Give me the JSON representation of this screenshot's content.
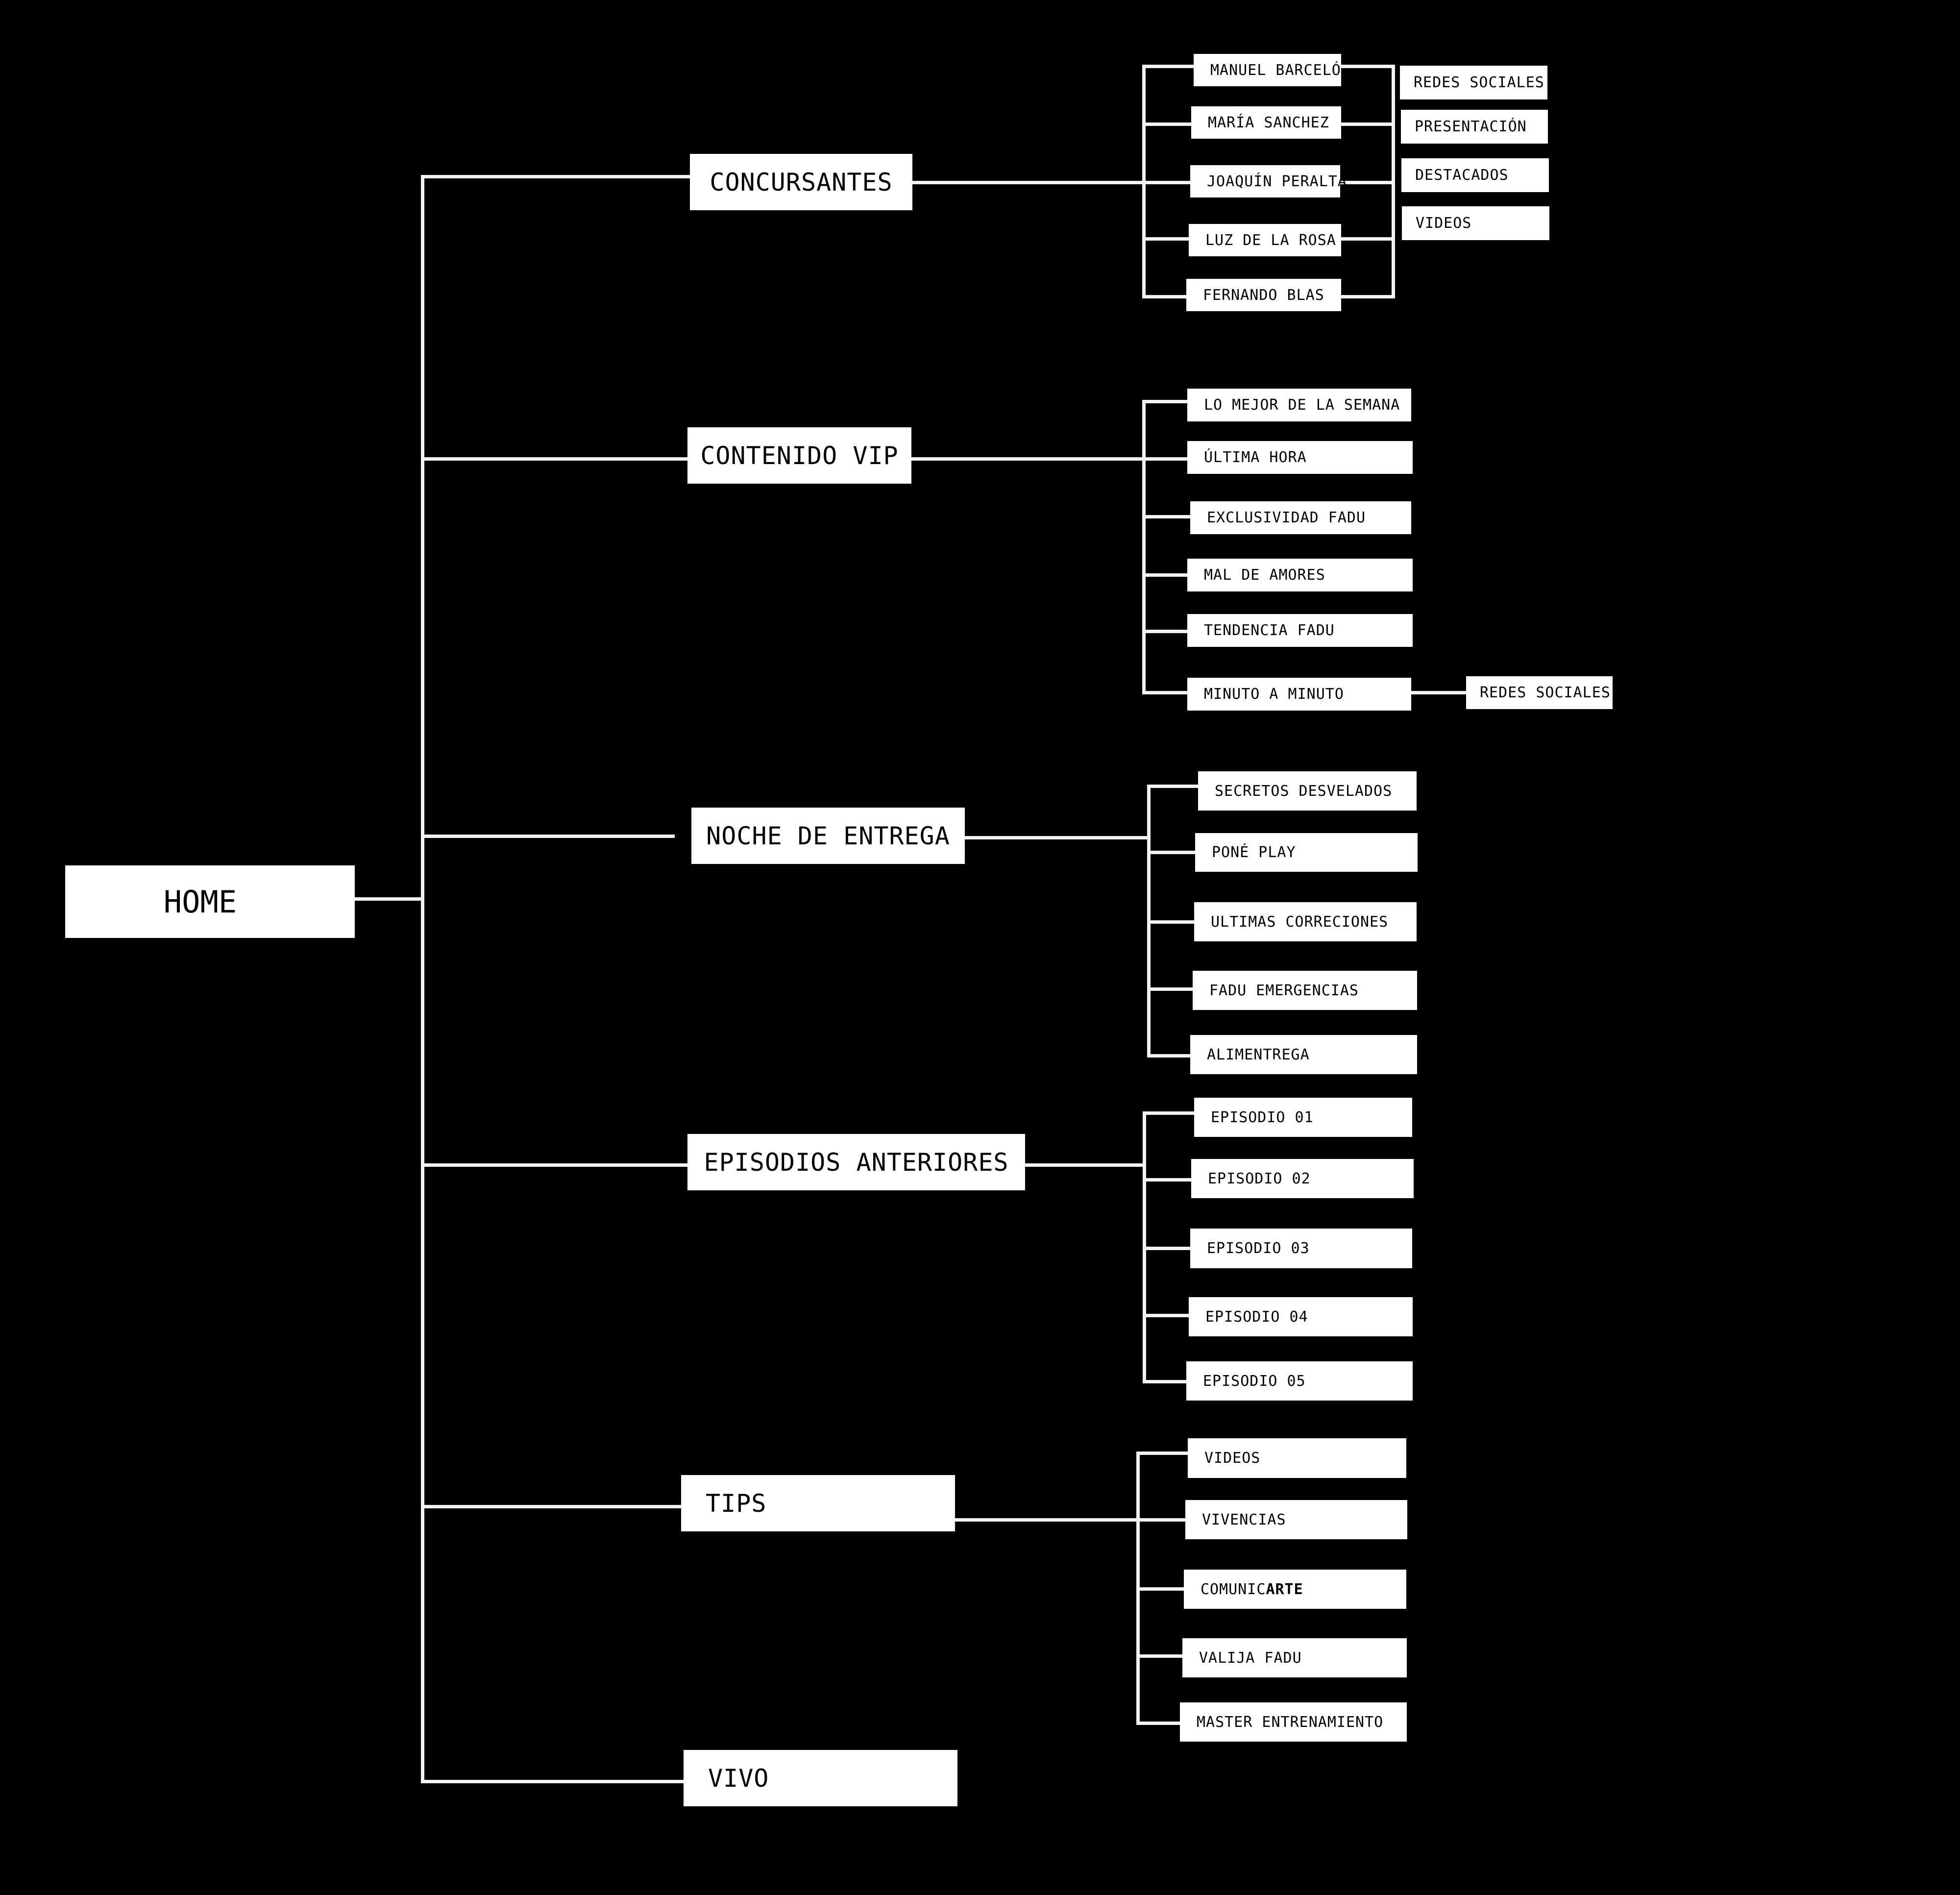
{
  "home": {
    "label": "HOME"
  },
  "sections": [
    {
      "label": "CONCURSANTES",
      "children": [
        "MANUEL BARCELÓ",
        "MARÍA SANCHEZ",
        "JOAQUÍN PERALTA",
        "LUZ DE LA ROSA",
        "FERNANDO BLAS"
      ],
      "shared_children": [
        "REDES SOCIALES",
        "PRESENTACIÓN",
        "DESTACADOS",
        "VIDEOS"
      ]
    },
    {
      "label": "CONTENIDO VIP",
      "children": [
        "LO MEJOR DE LA SEMANA",
        "ÚLTIMA HORA",
        "EXCLUSIVIDAD FADU",
        "MAL DE AMORES",
        "TENDENCIA FADU",
        "MINUTO A MINUTO"
      ],
      "minuto_child": "REDES SOCIALES"
    },
    {
      "label": "NOCHE DE ENTREGA",
      "children": [
        "SECRETOS DESVELADOS",
        "PONÉ PLAY",
        "ULTIMAS CORRECIONES",
        "FADU EMERGENCIAS",
        "ALIMENTREGA"
      ]
    },
    {
      "label": "EPISODIOS ANTERIORES",
      "children": [
        "EPISODIO 01",
        "EPISODIO 02",
        "EPISODIO 03",
        "EPISODIO 04",
        "EPISODIO 05"
      ]
    },
    {
      "label": "TIPS",
      "children": [
        "VIDEOS",
        "VIVENCIAS",
        "COMUNICARTE",
        "VALIJA FADU",
        "MASTER ENTRENAMIENTO"
      ],
      "comunicarte_parts": [
        "COMUNIC",
        "ARTE"
      ]
    },
    {
      "label": "VIVO",
      "children": []
    }
  ],
  "colors": {
    "background": "#000000",
    "box": "#ffffff",
    "line": "#f2f2f2",
    "text": "#000000"
  }
}
